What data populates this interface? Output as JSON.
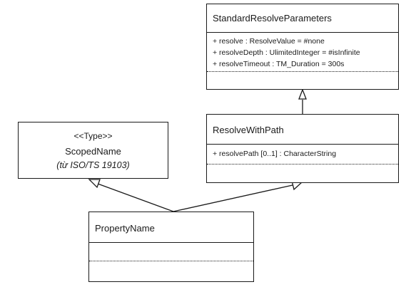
{
  "classes": {
    "standard_resolve_parameters": {
      "name": "StandardResolveParameters",
      "attributes": [
        "+ resolve : ResolveValue = #none",
        "+ resolveDepth : UlimitedInteger = #isInfinite",
        "+ resolveTimeout : TM_Duration = 300s"
      ]
    },
    "resolve_with_path": {
      "name": "ResolveWithPath",
      "attributes": [
        "+ resolvePath [0..1] : CharacterString"
      ]
    },
    "scoped_name": {
      "stereotype": "<<Type>>",
      "name": "ScopedName",
      "note": "(từ ISO/TS 19103)"
    },
    "property_name": {
      "name": "PropertyName"
    }
  }
}
